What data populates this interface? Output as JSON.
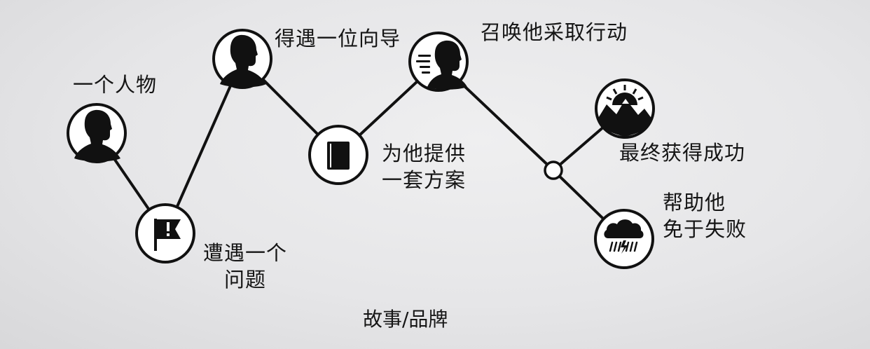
{
  "diagram": {
    "steps": [
      {
        "icon": "person-silhouette-icon",
        "label_lines": [
          "一个人物"
        ]
      },
      {
        "icon": "warning-flag-icon",
        "label_lines": [
          "遭遇一个",
          "问题"
        ]
      },
      {
        "icon": "guide-silhouette-icon",
        "label_lines": [
          "得遇一位向导"
        ]
      },
      {
        "icon": "plan-book-icon",
        "label_lines": [
          "为他提供",
          "一套方案"
        ]
      },
      {
        "icon": "call-to-action-silhouette-icon",
        "label_lines": [
          "召唤他采取行动"
        ]
      },
      {
        "icon": "branch-node",
        "label_lines": []
      },
      {
        "icon": "sunrise-mountain-icon",
        "label_lines": [
          "最终获得成功"
        ]
      },
      {
        "icon": "storm-cloud-icon",
        "label_lines": [
          "帮助他",
          "免于失败"
        ]
      }
    ],
    "caption": "故事/品牌"
  }
}
